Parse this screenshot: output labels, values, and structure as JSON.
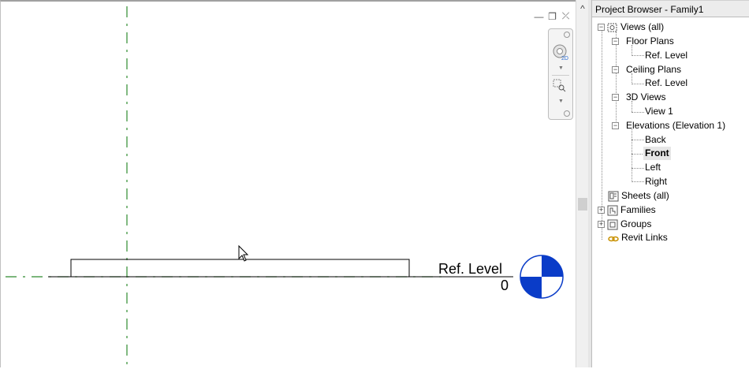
{
  "canvas": {
    "level_name": "Ref. Level",
    "level_elevation": "0",
    "colors": {
      "reference_plane": "#2e8b2e",
      "level_symbol": "#0a3cc8"
    }
  },
  "view_controls": {
    "minimize": "—",
    "restore": "❐",
    "close": "⤫"
  },
  "scrollbar": {
    "up": "^"
  },
  "project_browser": {
    "title": "Project Browser - Family1",
    "tree": {
      "views": "Views (all)",
      "floor_plans": "Floor Plans",
      "floor_plans_ref": "Ref. Level",
      "ceiling_plans": "Ceiling Plans",
      "ceiling_plans_ref": "Ref. Level",
      "views_3d": "3D Views",
      "view_1": "View 1",
      "elevations": "Elevations (Elevation 1)",
      "back": "Back",
      "front": "Front",
      "left": "Left",
      "right": "Right",
      "sheets": "Sheets (all)",
      "families": "Families",
      "groups": "Groups",
      "revit_links": "Revit Links"
    }
  }
}
